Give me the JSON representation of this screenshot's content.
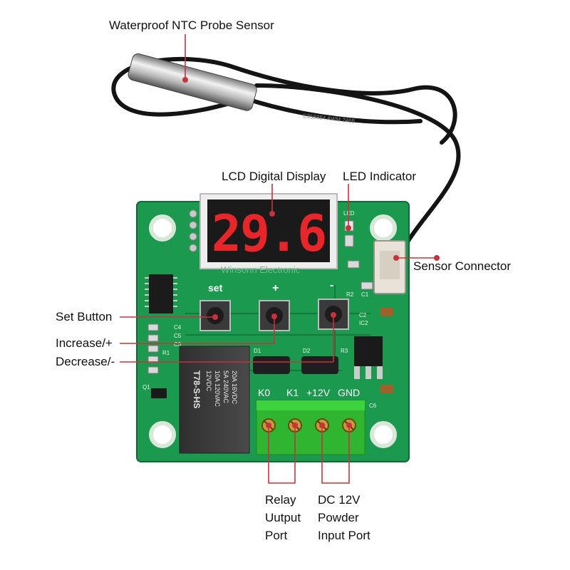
{
  "labels": {
    "probe": "Waterproof NTC Probe Sensor",
    "display": "LCD Digital Display",
    "led": "LED Indicator",
    "sensor_connector": "Sensor Connector",
    "set_button": "Set Button",
    "increase": "Increase/+",
    "decrease": "Decrease/-",
    "relay_port": [
      "Relay",
      "Uutput",
      "Port"
    ],
    "power_port": [
      "DC 12V",
      "Powder",
      "Input Port"
    ]
  },
  "board": {
    "display_digits": "29.6",
    "set": "set",
    "plus": "+",
    "minus": "-",
    "led_text": "LED",
    "brand": "Winsonn Electronic",
    "terminals": [
      "K0",
      "K1",
      "+12V",
      "GND"
    ],
    "relay_lines": [
      "T78-S-HS",
      "12VDC",
      "10A 120VAC",
      "5A 240VAC",
      "20A 16VDC"
    ],
    "silk": [
      "C4",
      "C5",
      "C3",
      "R1",
      "R2",
      "C1",
      "C2",
      "C6",
      "D1",
      "D2",
      "R3",
      "IC2",
      "Q1"
    ],
    "cable_print": "E358884 AWM 2468"
  },
  "colors": {
    "pcb": "#1b9a4f",
    "callout": "#c8323c",
    "digit": "#e8262a",
    "terminal": "#2fb52f"
  }
}
